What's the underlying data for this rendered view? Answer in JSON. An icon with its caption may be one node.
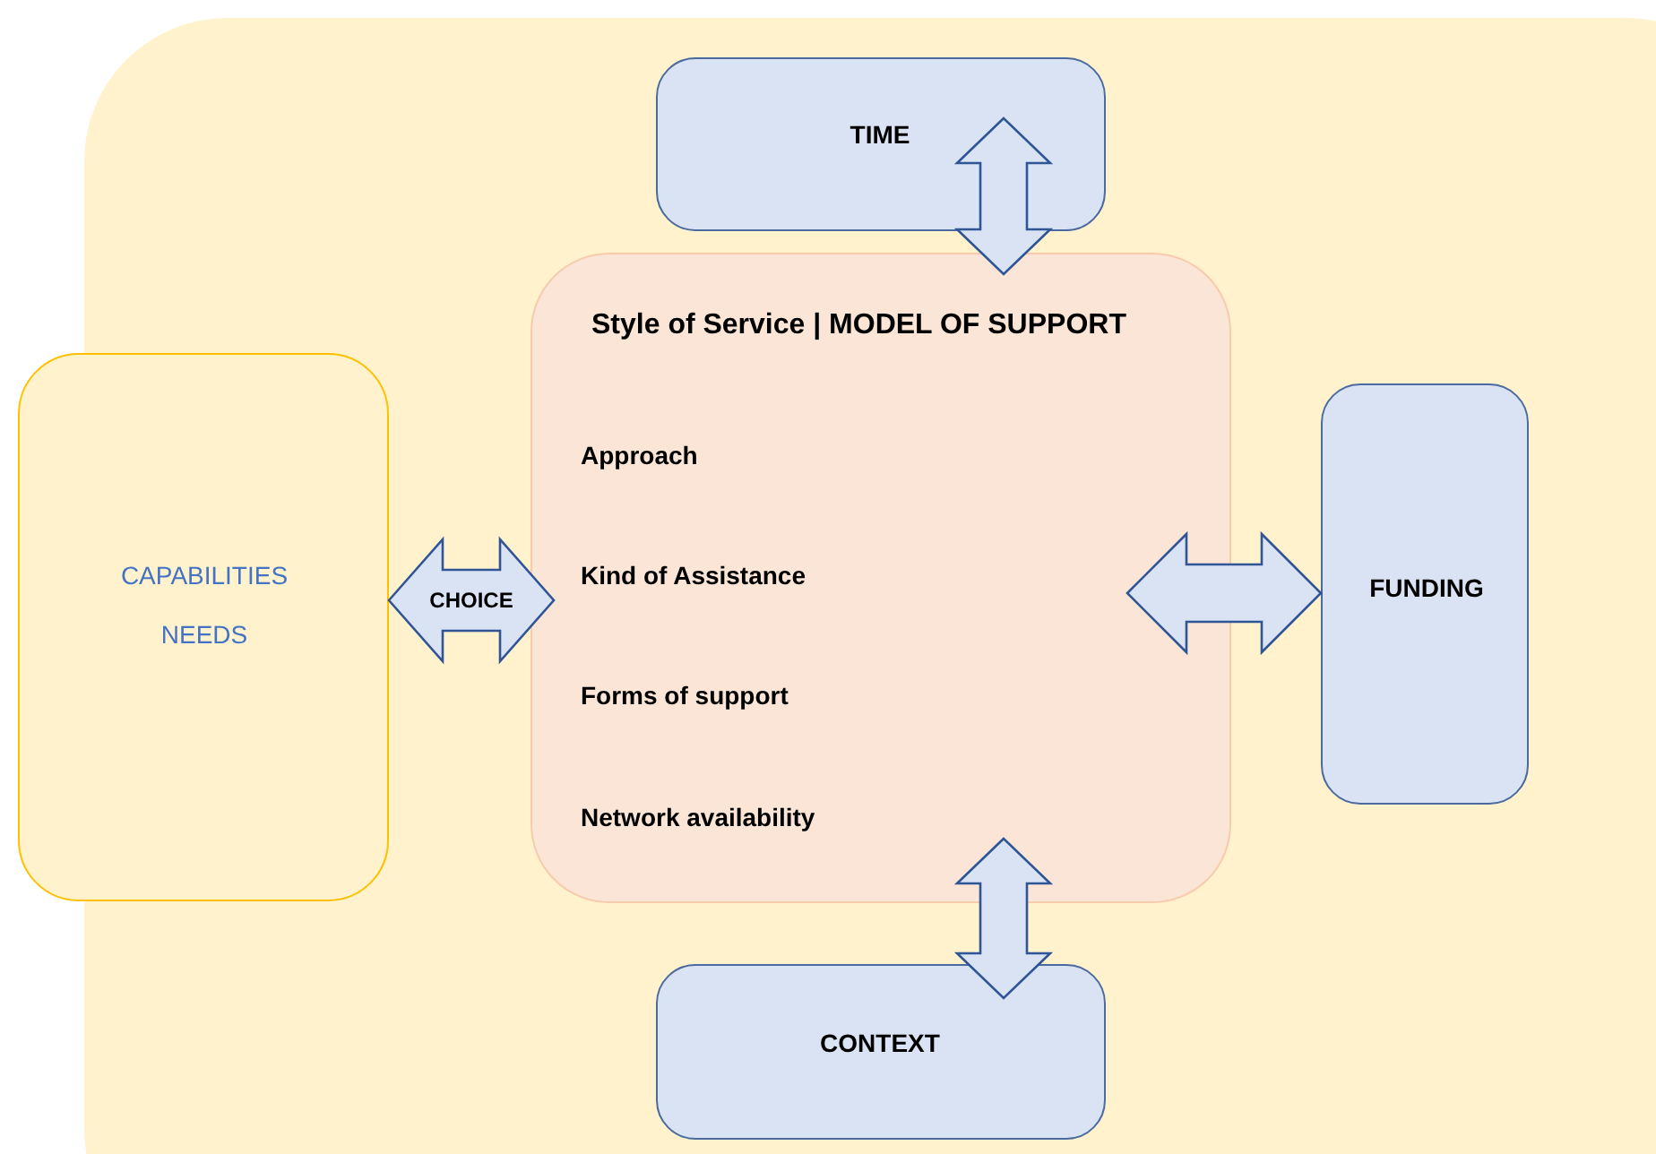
{
  "diagram": {
    "nodes": [
      {
        "text": [
          "TIME"
        ]
      },
      {
        "text": [
          "Style of Service | MODEL OF SUPPORT",
          "Approach",
          "Kind of Assistance",
          "Forms of support",
          "Network availability"
        ]
      },
      {
        "text": [
          "CAPABILITIES",
          "NEEDS"
        ]
      },
      {
        "text": [
          "FUNDING"
        ]
      },
      {
        "text": [
          "CONTEXT"
        ]
      }
    ],
    "edges": [
      {
        "from": 0,
        "to": 1,
        "arrow": "both"
      },
      {
        "from": 2,
        "to": 1,
        "arrow": "both",
        "label": "CHOICE"
      },
      {
        "from": 1,
        "to": 3,
        "arrow": "both"
      },
      {
        "from": 1,
        "to": 4,
        "arrow": "both"
      }
    ]
  }
}
